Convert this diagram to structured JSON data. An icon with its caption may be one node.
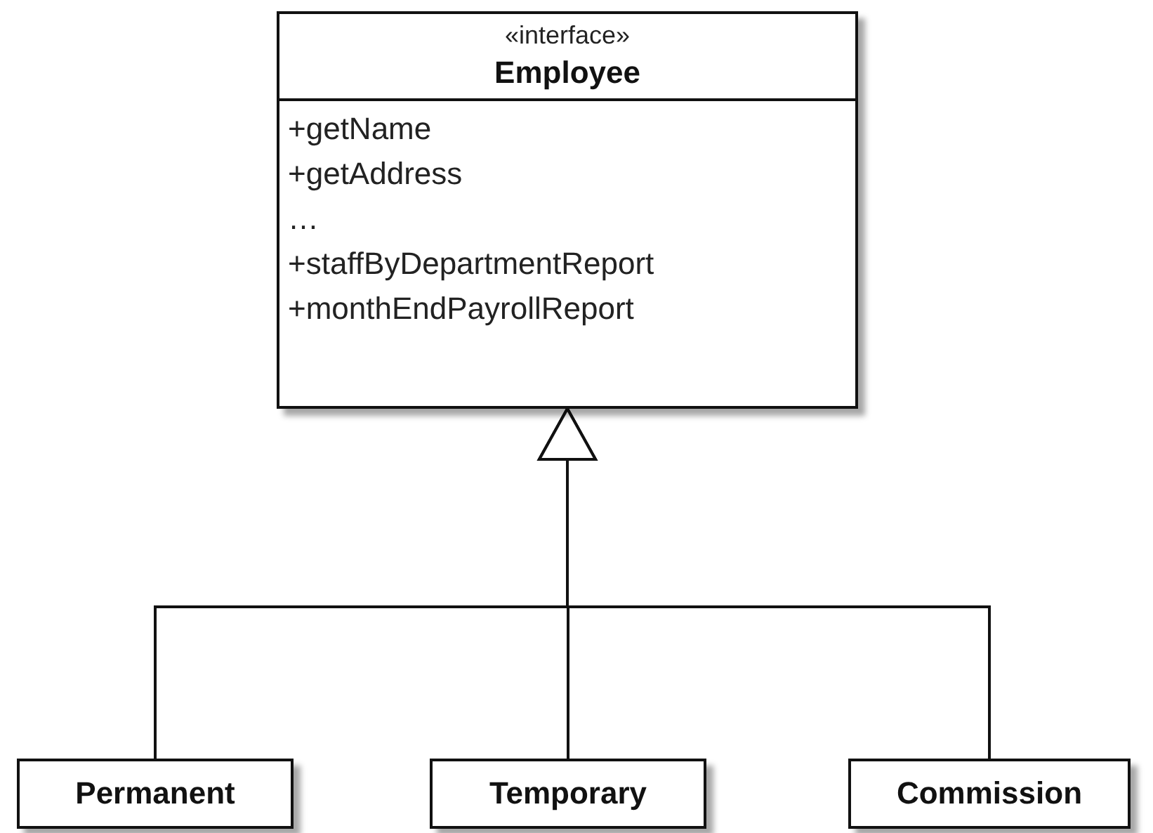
{
  "diagram": {
    "nodes": [
      {
        "text": [
          "«interface»",
          "Employee",
          "+getName",
          "+getAddress",
          "…",
          "+staffByDepartmentReport",
          "+monthEndPayrollReport"
        ]
      },
      {
        "text": [
          "Permanent"
        ]
      },
      {
        "text": [
          "Temporary"
        ]
      },
      {
        "text": [
          "Commission"
        ]
      }
    ],
    "edges": [
      {
        "from": 1,
        "to": 0,
        "arrow": "to"
      },
      {
        "from": 2,
        "to": 0,
        "arrow": "to"
      },
      {
        "from": 3,
        "to": 0,
        "arrow": "to"
      }
    ]
  }
}
